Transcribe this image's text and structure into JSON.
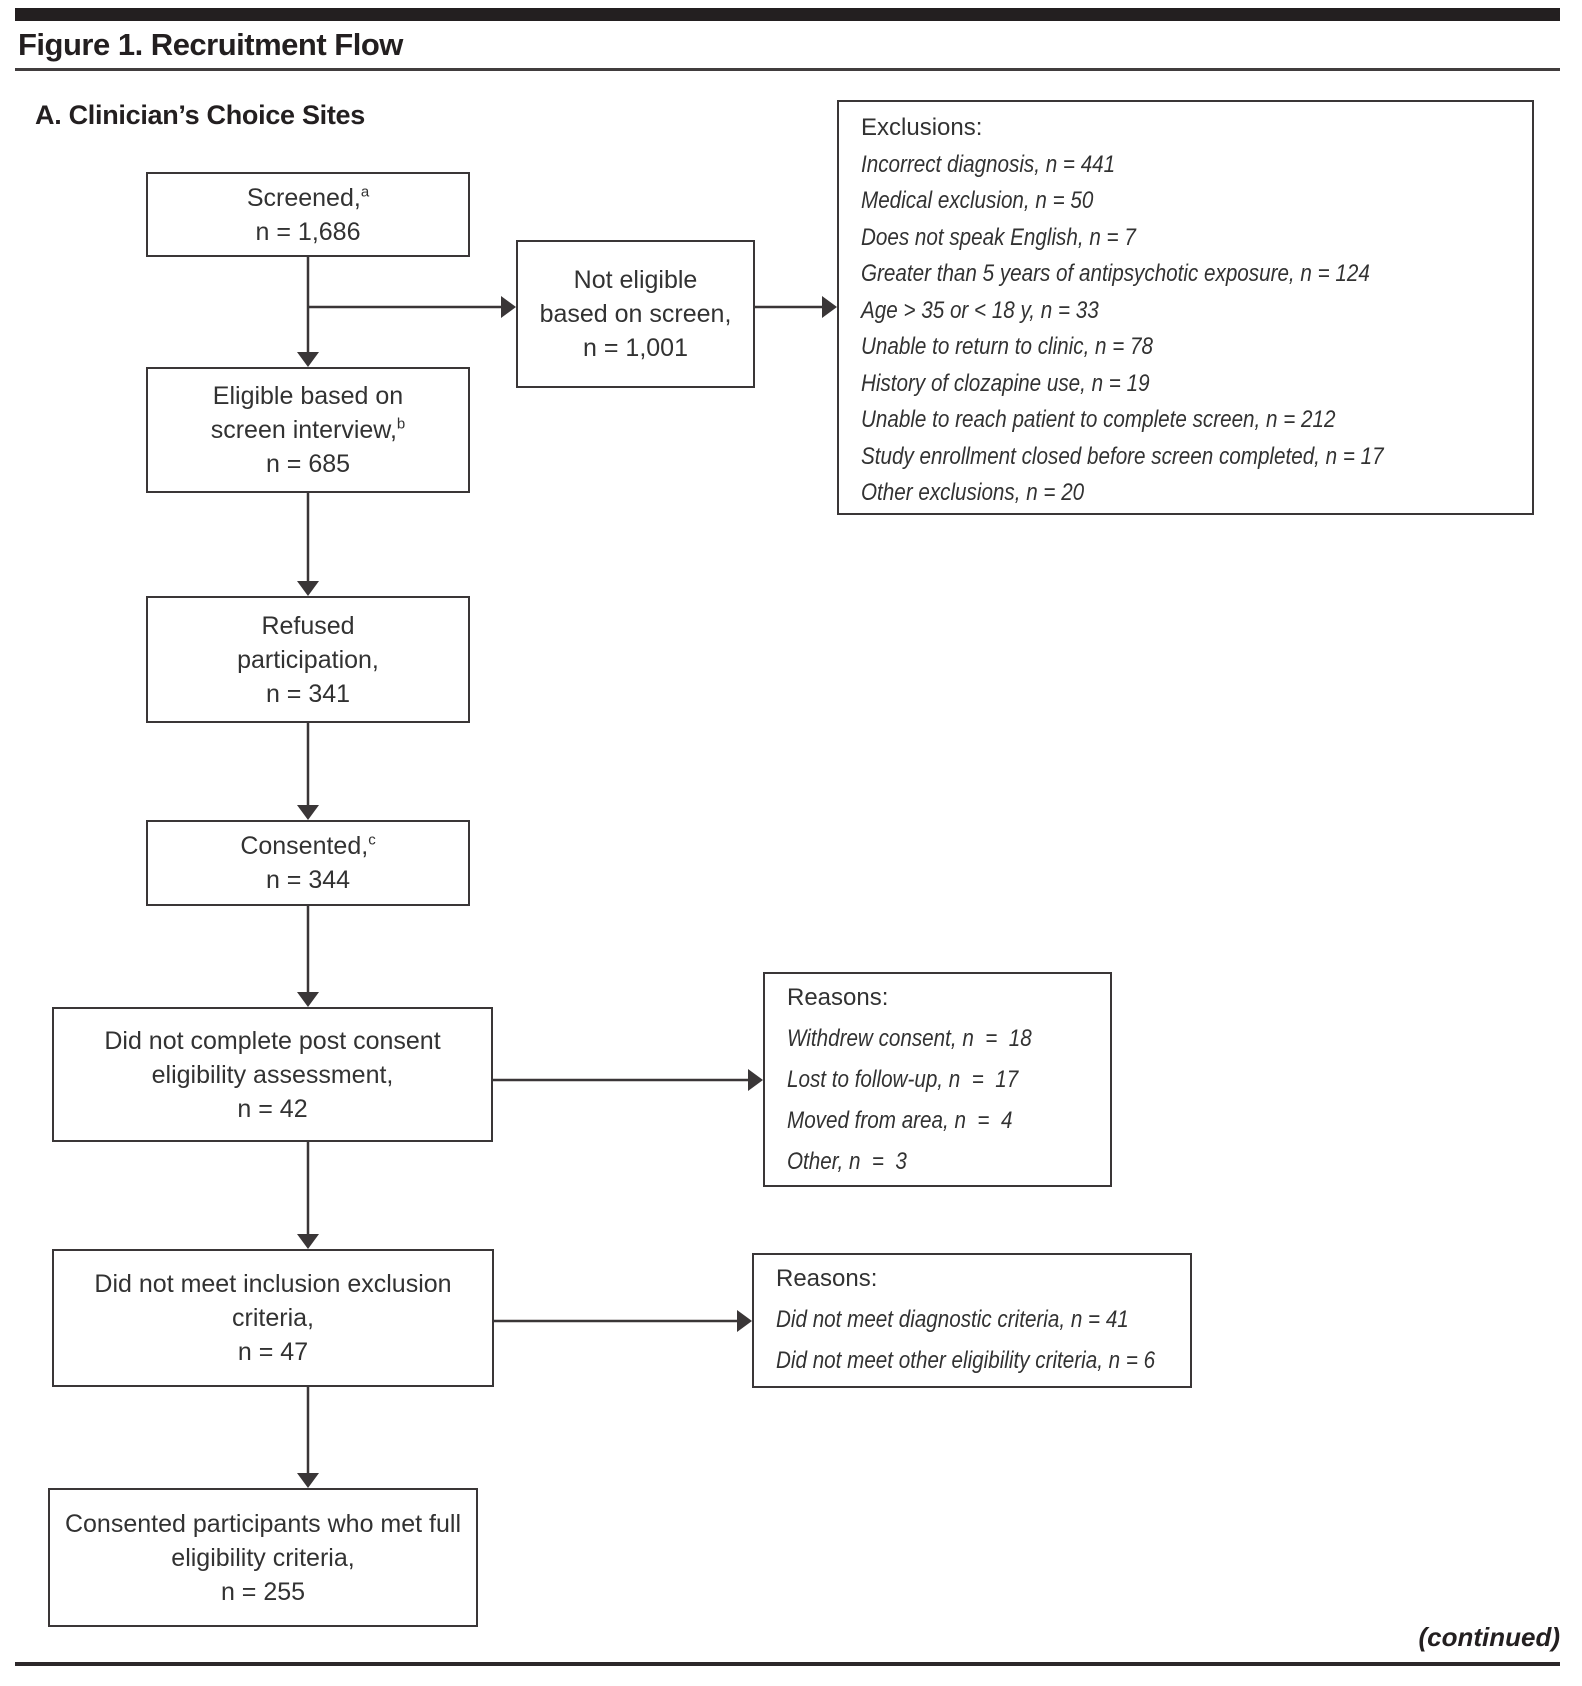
{
  "page": {
    "title": "Figure 1. Recruitment Flow",
    "section_label": "A. Clinician’s Choice Sites",
    "continued": "(continued)"
  },
  "boxes": {
    "screened": {
      "label": "Screened,",
      "sup": "a",
      "count": "n = 1,686"
    },
    "not_eligible": {
      "line1": "Not eligible",
      "line2": "based on screen,",
      "count": "n = 1,001"
    },
    "exclusions": {
      "heading": "Exclusions:",
      "items": [
        "Incorrect diagnosis, n = 441",
        "Medical exclusion, n = 50",
        "Does not speak English, n = 7",
        "Greater than 5 years of antipsychotic exposure, n = 124",
        "Age > 35 or < 18 y, n = 33",
        "Unable to return to clinic, n = 78",
        "History of clozapine use, n = 19",
        "Unable to reach patient to complete screen, n = 212",
        "Study enrollment closed before screen completed, n = 17",
        "Other exclusions, n = 20"
      ]
    },
    "eligible": {
      "line1": "Eligible based on",
      "line2": "screen interview,",
      "sup": "b",
      "count": "n = 685"
    },
    "refused": {
      "line1": "Refused",
      "line2": "participation,",
      "count": "n = 341"
    },
    "consented": {
      "label": "Consented,",
      "sup": "c",
      "count": "n = 344"
    },
    "did_not_complete": {
      "line1": "Did not complete post consent",
      "line2": "eligibility assessment,",
      "count": "n = 42"
    },
    "reasons_assessment": {
      "heading": "Reasons:",
      "items": [
        "Withdrew consent, n  =  18",
        "Lost to follow-up, n  =  17",
        "Moved from area, n  =  4",
        "Other, n  =  3"
      ]
    },
    "did_not_meet": {
      "line1": "Did not meet inclusion exclusion",
      "line2": "criteria,",
      "count": "n = 47"
    },
    "reasons_criteria": {
      "heading": "Reasons:",
      "items": [
        "Did not meet diagnostic criteria, n = 41",
        "Did not meet other eligibility criteria, n = 6"
      ]
    },
    "met_full": {
      "line1": "Consented participants who met full",
      "line2": "eligibility criteria,",
      "count": "n = 255"
    }
  },
  "colors": {
    "ink": "#231f20",
    "border": "#3a3637"
  }
}
